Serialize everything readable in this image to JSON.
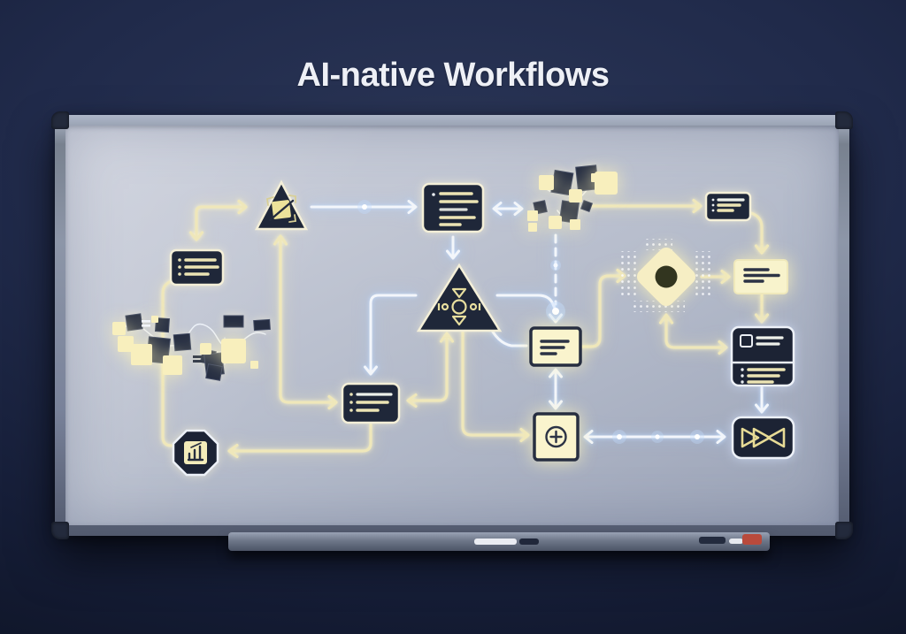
{
  "header": {
    "title": "AI-native Workflows"
  },
  "palette": {
    "background": "#202a4a",
    "board_surface": "#b7bdcb",
    "frame": "#79829a",
    "node_dark": "#1f2739",
    "node_yellow": "#faf4cd",
    "line_yellow": "#efe7ba",
    "line_white": "#f3f6fb",
    "eraser_red": "#b94a3c"
  },
  "diagram": {
    "nodes": [
      {
        "id": "capture-triangle",
        "shape": "triangle",
        "icon": "crop-icon"
      },
      {
        "id": "notes-card-left",
        "shape": "dark-card",
        "icon": "bullet-list-icon"
      },
      {
        "id": "node-cluster-left",
        "shape": "node-cluster",
        "icon": "graph-nodes"
      },
      {
        "id": "metrics-octagon",
        "shape": "octagon",
        "icon": "bar-chart-icon"
      },
      {
        "id": "list-card-bottom",
        "shape": "dark-card",
        "icon": "bullet-list-icon"
      },
      {
        "id": "router-triangle",
        "shape": "triangle",
        "icon": "hub-arrows-icon"
      },
      {
        "id": "list-card-top",
        "shape": "dark-card",
        "icon": "bullet-list-icon"
      },
      {
        "id": "node-cluster-top",
        "shape": "node-cluster",
        "icon": "graph-nodes"
      },
      {
        "id": "doc-card-middle",
        "shape": "yellow-card",
        "icon": "text-lines-icon"
      },
      {
        "id": "add-step-square",
        "shape": "yellow-square",
        "icon": "plus-circle-icon"
      },
      {
        "id": "decision-diamond",
        "shape": "diamond",
        "icon": "dot-icon"
      },
      {
        "id": "doc-card-right",
        "shape": "yellow-card",
        "icon": "text-lines-icon"
      },
      {
        "id": "detail-card-split",
        "shape": "dark-split-card",
        "icon": "form-list-icon"
      },
      {
        "id": "merge-box",
        "shape": "dark-rounded-box",
        "icon": "bowtie-icon"
      },
      {
        "id": "brief-card-topright",
        "shape": "dark-card",
        "icon": "bullet-list-icon"
      }
    ],
    "connectors": [
      {
        "from": "branch-point",
        "to": "capture-triangle",
        "color": "yellow",
        "arrows": "end"
      },
      {
        "from": "branch-point",
        "to": "notes-card-left",
        "color": "yellow",
        "arrows": "end"
      },
      {
        "from": "list-card-bottom-rail",
        "to": "capture-triangle",
        "color": "yellow",
        "arrows": "both"
      },
      {
        "from": "notes-card-left",
        "to": "metrics-octagon",
        "color": "yellow",
        "arrows": "none"
      },
      {
        "from": "list-card-bottom",
        "to": "metrics-octagon",
        "color": "yellow",
        "arrows": "end"
      },
      {
        "from": "capture-triangle",
        "to": "list-card-top",
        "color": "white",
        "arrows": "end"
      },
      {
        "from": "list-card-top",
        "to": "router-triangle",
        "color": "white",
        "arrows": "end"
      },
      {
        "from": "list-card-top",
        "to": "node-cluster-top",
        "color": "white",
        "arrows": "both"
      },
      {
        "from": "node-cluster-top",
        "to": "doc-card-middle",
        "color": "white-dashed",
        "arrows": "end"
      },
      {
        "from": "node-cluster-top",
        "to": "brief-card-topright",
        "color": "yellow",
        "arrows": "end"
      },
      {
        "from": "router-triangle",
        "to": "list-card-bottom",
        "color": "white",
        "arrows": "end"
      },
      {
        "from": "router-triangle",
        "to": "doc-card-middle",
        "color": "white",
        "arrows": "none"
      },
      {
        "from": "router-triangle",
        "to": "add-step-square",
        "color": "yellow",
        "arrows": "end"
      },
      {
        "from": "rail",
        "to": "list-card-bottom",
        "color": "yellow",
        "arrows": "both"
      },
      {
        "from": "doc-card-middle",
        "to": "add-step-square",
        "color": "white",
        "arrows": "both"
      },
      {
        "from": "doc-card-middle",
        "to": "decision-diamond",
        "color": "yellow",
        "arrows": "end"
      },
      {
        "from": "decision-diamond",
        "to": "doc-card-right",
        "color": "yellow",
        "arrows": "end"
      },
      {
        "from": "decision-diamond",
        "to": "detail-card-split",
        "color": "yellow",
        "arrows": "both"
      },
      {
        "from": "brief-card-topright",
        "to": "doc-card-right",
        "color": "yellow",
        "arrows": "end"
      },
      {
        "from": "doc-card-right",
        "to": "detail-card-split",
        "color": "yellow",
        "arrows": "end"
      },
      {
        "from": "detail-card-split",
        "to": "merge-box",
        "color": "white",
        "arrows": "end"
      },
      {
        "from": "add-step-square",
        "to": "merge-box",
        "color": "white",
        "arrows": "both"
      }
    ]
  },
  "whiteboard": {
    "tray_items": [
      "white-marker",
      "dark-marker",
      "dark-marker-right",
      "white-marker-small",
      "gray-marker",
      "red-eraser"
    ]
  }
}
